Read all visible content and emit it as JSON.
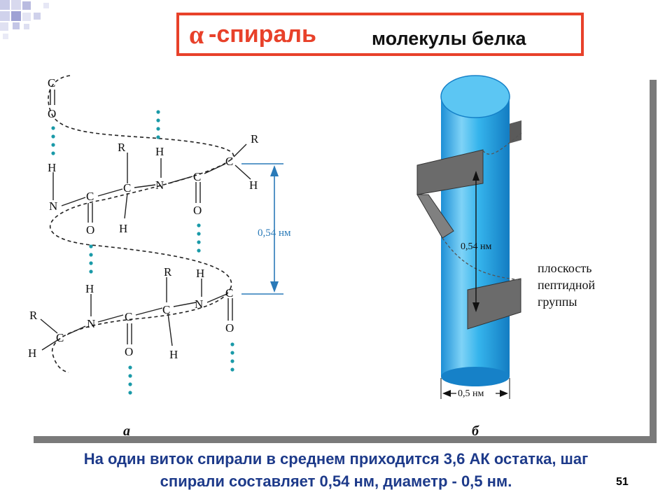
{
  "title": {
    "alpha": "α",
    "main": "-спираль",
    "sub": "молекулы белка"
  },
  "diagram_a": {
    "panel_label": "а",
    "measure": "0,54 нм",
    "atoms": {
      "C": "C",
      "O": "O",
      "N": "N",
      "H": "H",
      "R": "R"
    }
  },
  "diagram_b": {
    "panel_label": "б",
    "pitch": "0,54 нм",
    "diameter": "0,5 нм",
    "plane_label": [
      "плоскость",
      "пептидной",
      "группы"
    ]
  },
  "caption": {
    "line1": "На один виток спирали в среднем приходится 3,6 АК остатка, шаг",
    "line2": "спирали составляет 0,54 нм, диаметр - 0,5 нм."
  },
  "page_number": "51",
  "colors": {
    "title": "#e8412a",
    "caption": "#1d3a8a",
    "cylinder": "#2aa6e6",
    "hbond": "#1a9aa8",
    "ribbon": "#666666"
  }
}
